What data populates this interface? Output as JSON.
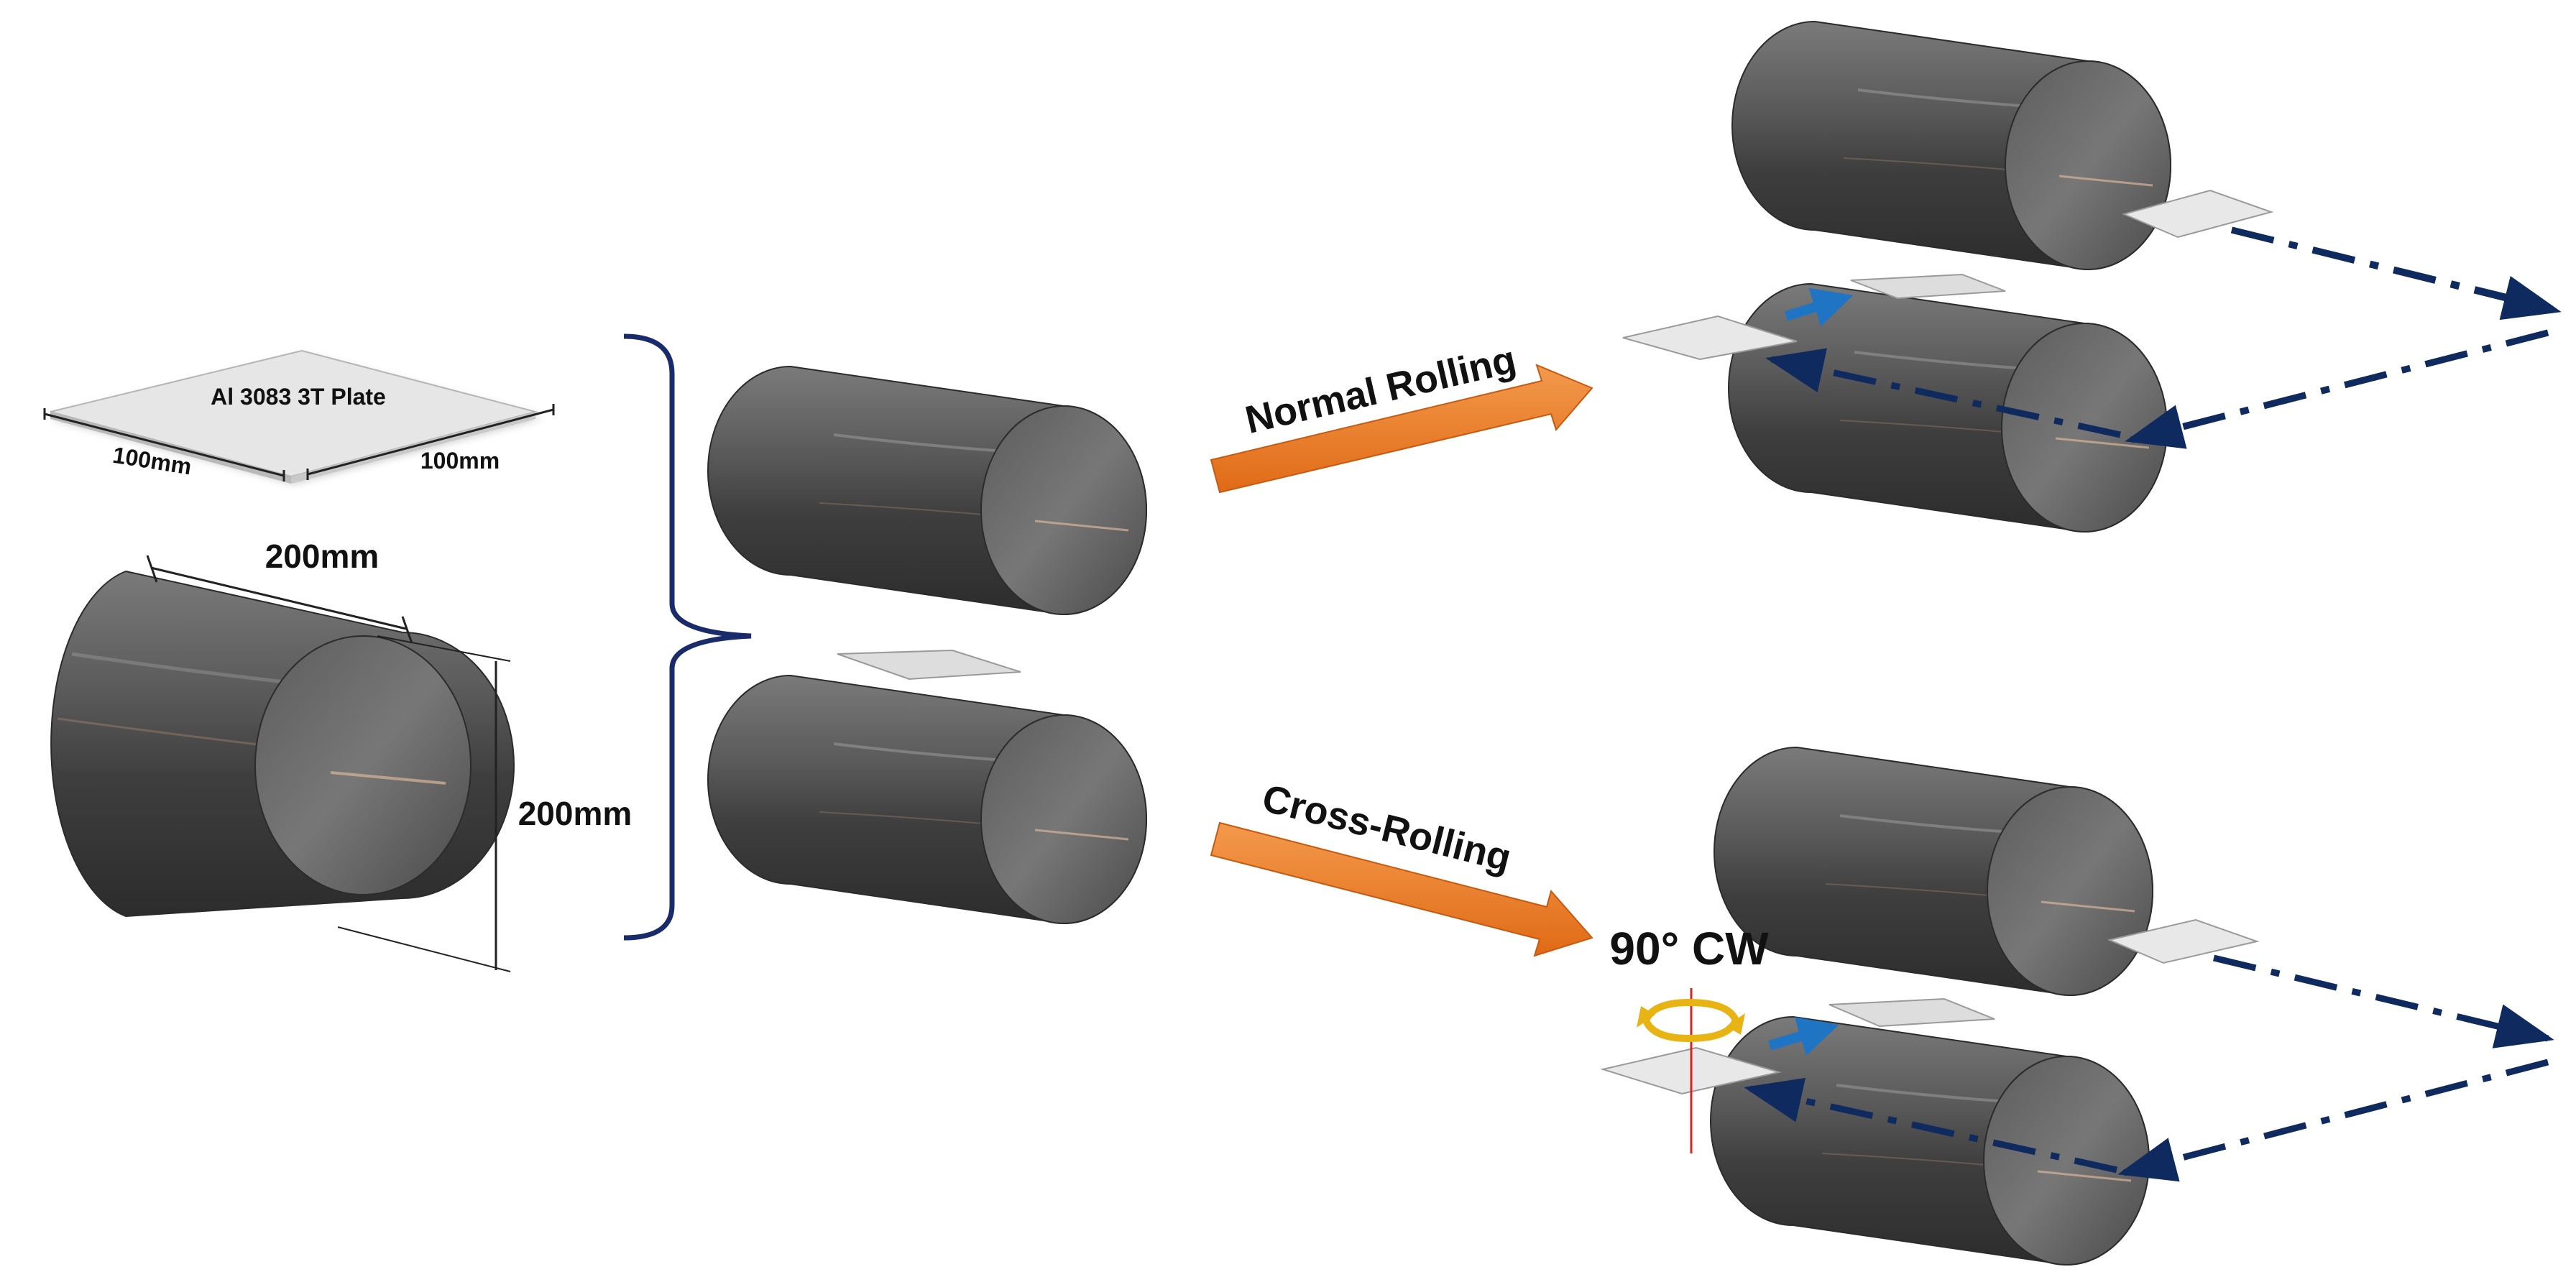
{
  "plate": {
    "label": "Al 3083 3T Plate",
    "dim_left": "100mm",
    "dim_right": "100mm"
  },
  "roller": {
    "length_label": "200mm",
    "diameter_label": "200mm"
  },
  "processes": {
    "normal": {
      "label": "Normal Rolling"
    },
    "cross": {
      "label": "Cross-Rolling",
      "rotation_label": "90° CW"
    }
  },
  "colors": {
    "roller_body": "#4f4f4f",
    "roller_face": "#6f6f6f",
    "plate": "#e6e6e6",
    "orange_arrow": "#ee7d2b",
    "path_arrow": "#0e2a5e",
    "feed_arrow": "#1f74c4",
    "brace": "#1a2b6b",
    "rotation_icon": "#e8b414",
    "axis_line": "#e02020"
  }
}
